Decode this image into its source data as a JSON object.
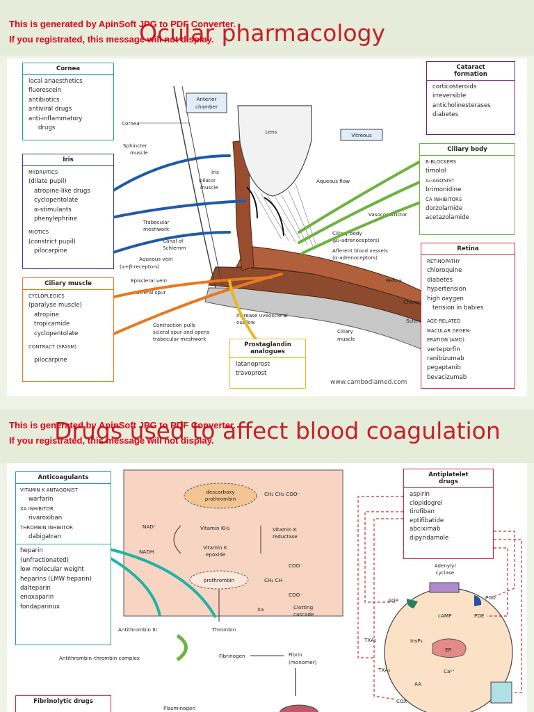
{
  "watermark": {
    "line1": "This is generated by ApinSoft JPG to PDF Converter.",
    "line2": "If you registrated, this message will not display."
  },
  "page1": {
    "title": "Ocular pharmacology",
    "cornea": {
      "title": "Cornea",
      "items": [
        "local anaesthetics",
        "fluorescein",
        "antibiotics",
        "antiviral drugs",
        "anti-inflammatory",
        "drugs"
      ]
    },
    "iris": {
      "title": "Iris",
      "mydriatics": "MYDRIATICS",
      "dilate": "(dilate pupil)",
      "drugs1": [
        "atropine-like drugs",
        "cyclopentolate",
        "α-stimulants",
        "phenylephrine"
      ],
      "miotics": "MIOTICS",
      "constrict": "(constrict pupil)",
      "drugs2": [
        "pilocarpine"
      ]
    },
    "ciliary_muscle": {
      "title": "Ciliary muscle",
      "cycloplegics": "CYCLOPLEGICS",
      "paralyse": "(paralyse muscle)",
      "drugs1": [
        "atropine",
        "tropicamide",
        "cyclopentolate"
      ],
      "contract": "CONTRACT (spasm)",
      "drugs2": [
        "pilocarpine"
      ]
    },
    "cataract": {
      "title1": "Cataract",
      "title2": "formation",
      "items": [
        "corticosteroids",
        "irreversible",
        "anticholinesterases",
        "diabetes"
      ]
    },
    "ciliary_body": {
      "title": "Ciliary body",
      "items": [
        "β-BLOCKERS",
        "timolol",
        "α₂-AGONIST",
        "brimonidine",
        "CA INHIBITORS",
        "dorzolamide",
        "acetazolamide"
      ]
    },
    "retina": {
      "title": "Retina",
      "retinopathy": "RETINOPATHY",
      "drugs1": [
        "chloroquine",
        "diabetes",
        "hypertension",
        "high oxygen",
        "tension in babies"
      ],
      "amd1": "AGE-RELATED",
      "amd2": "MACULAR DEGEN-",
      "amd3": "ERATION (AMD)",
      "drugs2": [
        "verteporfin",
        "ranibizumab",
        "pegaptanib",
        "bevacizumab"
      ]
    },
    "prostaglandin": {
      "title1": "Prostaglandin",
      "title2": "analogues",
      "items": [
        "latanoprost",
        "travoprost"
      ]
    },
    "labels": {
      "anterior_chamber_1": "Anterior",
      "anterior_chamber_2": "chamber",
      "lens": "Lens",
      "vitreous": "Vitreous",
      "cornea": "Cornea",
      "sphincter_1": "Sphincter",
      "sphincter_2": "muscle",
      "iris": "Iris",
      "dilator_1": "Dilator",
      "dilator_2": "muscle",
      "aqueous_flow": "Aqueous flow",
      "vasoconstrictor": "Vasoconstrictor",
      "trabecular_1": "Trabecular",
      "trabecular_2": "meshwork",
      "schlemm_1": "Canal of",
      "schlemm_2": "Schlemm",
      "aqueous_vein_1": "Aqueous vein",
      "aqueous_vein_2": "(α+β-receptors)",
      "episcleral": "Episcleral vein",
      "scleral_spur": "Scleral spur",
      "ciliary_body_1": "Ciliary body",
      "ciliary_body_2": "(β₂-adrenoceptors)",
      "afferent_1": "Afferent blood vessels",
      "afferent_2": "(α-adrenoceptors)",
      "retina": "Retina",
      "choroid": "Choroid",
      "sclera": "Sclera",
      "uveoscleral_1": "Increase uveoscleral",
      "uveoscleral_2": "outflow",
      "ciliary_muscle_1": "Ciliary",
      "ciliary_muscle_2": "muscle",
      "contraction_1": "Contraction pulls",
      "contraction_2": "scleral spur and opens",
      "contraction_3": "trabecular meshwork"
    },
    "credit": "www.cambodiamed.com",
    "colors": {
      "teal": "#1f9e9a",
      "navy": "#2b3a8f",
      "orange": "#e8781e",
      "yellow": "#e6b91e",
      "purple": "#6a1f7a",
      "green": "#6cb33e",
      "red": "#c42a34",
      "blue": "#1f5aa8"
    }
  },
  "page2": {
    "title": "Drugs used to affect blood coagulation",
    "anticoagulants": {
      "title": "Anticoagulants",
      "vka": "VITAMIN K ANTAGONIST",
      "vka_drugs": [
        "warfarin"
      ],
      "xa": "Xa INHIBITOR",
      "xa_drugs": [
        "rivaroxiban"
      ],
      "thrombin": "THROMBIN INHIBITOR",
      "thrombin_drugs": [
        "dabigatran"
      ],
      "heparins": [
        "heparin",
        "(unfractionated)",
        "low molecular weight",
        "heparins (LMW heparin)",
        "dalteparin",
        "enoxaparin",
        "fondaparinux"
      ]
    },
    "antiplatelet": {
      "title1": "Antiplatelet",
      "title2": "drugs",
      "items": [
        "aspirin",
        "clopidogrel",
        "tirofiban",
        "eptifibatide",
        "abciximab",
        "dipyridamole"
      ]
    },
    "labels": {
      "descarboxy_1": "descarboxy",
      "descarboxy_2": "prothrombin",
      "chain1": "CH₂ CH₂ COO⁻",
      "nad": "NAD⁺",
      "nadh": "NADH",
      "vitkh2": "Vitamin KH₂",
      "reductase_1": "Vitamin K",
      "reductase_2": "reductase",
      "epoxide_1": "Vitamin K",
      "epoxide_2": "epoxide",
      "coo1": "COO⁻",
      "prothrombin": "prothrombin",
      "chain2": "CH₂ CH",
      "coo2": "COO⁻",
      "xa": "Xa",
      "clotting_1": "Clotting",
      "clotting_2": "cascade",
      "antithrombin": "Antithrombin III",
      "thrombin": "Thrombin",
      "complex": "Antithrombin–thrombin complex",
      "fibrinogen": "Fibrinogen",
      "fibrin_1": "Fibrin",
      "fibrin_2": "(monomer)",
      "adenylyl_1": "Adenylyl",
      "adenylyl_2": "cyclase",
      "adp": "ADP",
      "pgi2": "PGI₂",
      "camp": "cAMP",
      "pde": "PDE",
      "txa2": "TXA₂",
      "insp3": "InsP₃",
      "er": "ER",
      "ca": "Ca²⁺",
      "aa": "AA",
      "cox": "COX",
      "fibrinolytic": "Fibrinolytic drugs",
      "plasminogen": "Plasminogen"
    }
  }
}
